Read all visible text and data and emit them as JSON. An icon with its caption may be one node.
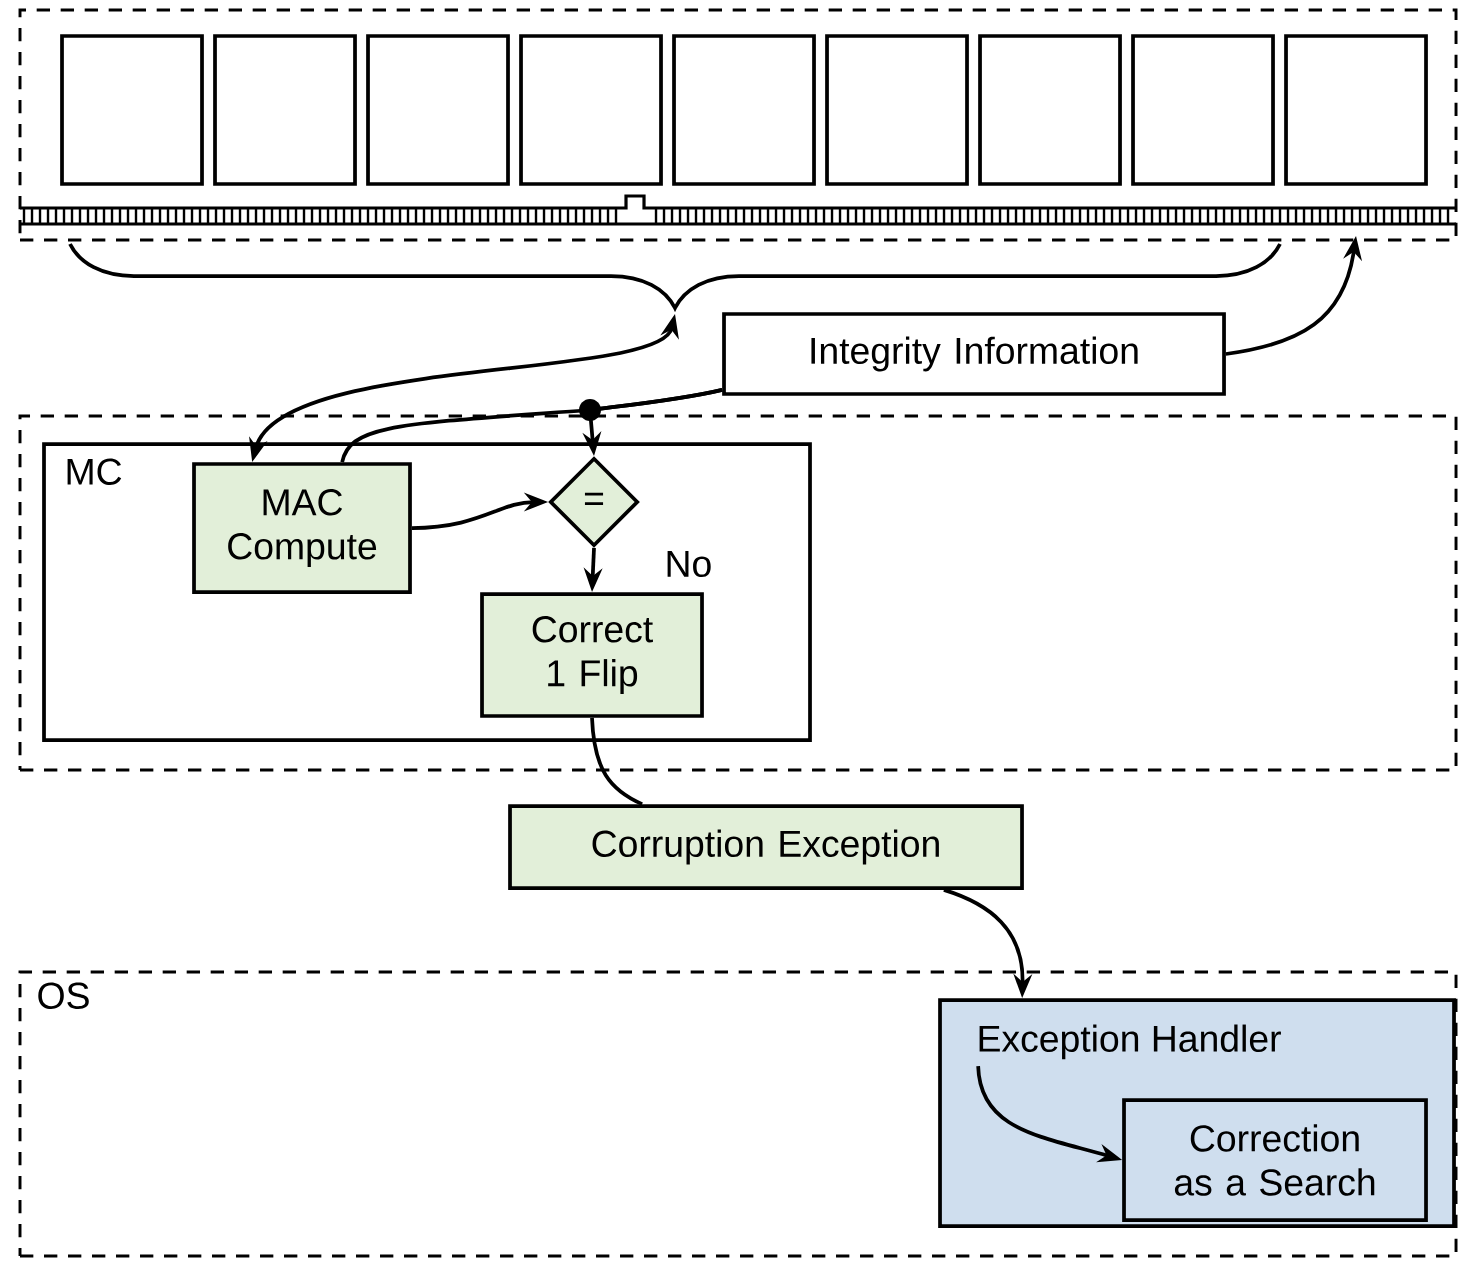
{
  "diagram": {
    "nodes": [
      {
        "text": [],
        "shape": "box"
      },
      {
        "text": [],
        "shape": "box",
        "in": 0
      },
      {
        "text": [],
        "shape": "box",
        "in": 0
      },
      {
        "text": [],
        "shape": "box",
        "in": 0
      },
      {
        "text": [],
        "shape": "box",
        "in": 0
      },
      {
        "text": [],
        "shape": "box",
        "in": 0
      },
      {
        "text": [],
        "shape": "box",
        "in": 0
      },
      {
        "text": [],
        "shape": "box",
        "in": 0
      },
      {
        "text": [],
        "shape": "box",
        "in": 0
      },
      {
        "text": [],
        "shape": "box",
        "in": 0
      },
      {
        "text": [],
        "shape": "brace"
      },
      {
        "text": [
          "Integrity Information"
        ]
      },
      {
        "text": [],
        "shape": "box"
      },
      {
        "text": [
          "MC"
        ],
        "in": 12
      },
      {
        "text": [
          "MAC Compute"
        ],
        "in": 13
      },
      {
        "text": [
          "="
        ],
        "in": 13
      },
      {
        "text": [
          "Correct 1 Flip"
        ],
        "in": 13
      },
      {
        "text": [
          "Corruption Exception"
        ]
      },
      {
        "text": [
          "OS"
        ]
      },
      {
        "text": [
          "Exception Handler"
        ],
        "in": 18
      },
      {
        "text": [
          "Correction as a Search"
        ],
        "in": 19
      }
    ],
    "edges": [
      {
        "from": 10,
        "to": 14,
        "arrow": "both"
      },
      {
        "from": 11,
        "to": 9,
        "arrow": "to"
      },
      {
        "from": 11,
        "to": 14,
        "arrow": "none"
      },
      {
        "from": 11,
        "to": 15,
        "arrow": "to"
      },
      {
        "from": 14,
        "to": 15,
        "arrow": "to"
      },
      {
        "from": 15,
        "to": 16,
        "arrow": "to",
        "label": "No"
      },
      {
        "from": 16,
        "to": 17,
        "arrow": "none"
      },
      {
        "from": 17,
        "to": 19,
        "arrow": "to"
      },
      {
        "from": 19,
        "to": 20,
        "arrow": "to"
      }
    ]
  }
}
